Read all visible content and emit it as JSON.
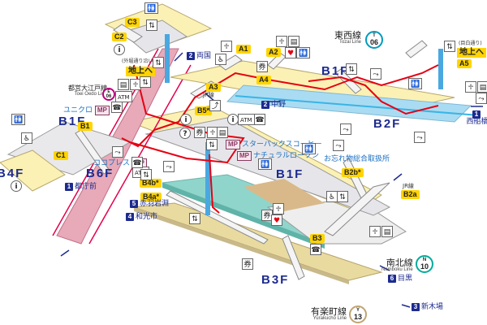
{
  "map": {
    "title_lines": [
      {
        "id": "tozai",
        "jp": "東西線",
        "en": "Tozai Line",
        "letter": "T",
        "number": "06",
        "color": "#009bbf"
      },
      {
        "id": "namboku",
        "jp": "南北線",
        "en": "Namboku Line",
        "letter": "N",
        "number": "10",
        "color": "#00ac9b"
      },
      {
        "id": "yurakucho",
        "jp": "有楽町線",
        "en": "Yurakucho Line",
        "letter": "Y",
        "number": "13",
        "color": "#c1a470"
      },
      {
        "id": "oedo",
        "jp": "都営大江戸線",
        "en": "Toei Oedo Line",
        "letter": "E",
        "number": "06",
        "color": "#b6007a"
      }
    ],
    "floors": {
      "b1f_left": "B1F",
      "b1f_center": "B1F",
      "b1f_right": "B1F",
      "b2f": "B2F",
      "b3f": "B3F",
      "b4f": "B4F",
      "b6f": "B6F"
    },
    "exits": {
      "c3": "C3",
      "c2": "C2",
      "c1": "C1",
      "b1": "B1",
      "a1": "A1",
      "a2": "A2",
      "a3": "A3",
      "a4": "A4",
      "a5": "A5",
      "b5": "B5*",
      "b4a": "B4a*",
      "b4b": "B4b*",
      "b2a": "B2a",
      "b2b": "B2b*",
      "b3": "B3"
    },
    "ground_exits": [
      {
        "id": "left",
        "note": "(外堀通り沿い)",
        "label": "地上へ"
      },
      {
        "id": "right",
        "note": "(目白通り)",
        "label": "地上へ"
      }
    ],
    "shops": {
      "uniqlo": "ユニクロ",
      "cocoples": "ココプレス",
      "starbucks": "スターバックスコーヒー",
      "natural_lawson": "ナチュラルローソン",
      "lost_found": "お忘れ物総合取扱所",
      "mp": "MP"
    },
    "destinations": [
      {
        "id": "tochomae",
        "num": "1",
        "label": "都庁前"
      },
      {
        "id": "ryogoku",
        "num": "2",
        "label": "両国"
      },
      {
        "id": "nakano",
        "num": "2",
        "label": "中野"
      },
      {
        "id": "nishifunabashi",
        "num": "1",
        "label": "西船橋"
      },
      {
        "id": "akabane",
        "num": "5",
        "label": "赤羽岩淵"
      },
      {
        "id": "wakoshi",
        "num": "4",
        "label": "和光市"
      },
      {
        "id": "meguro",
        "num": "6",
        "label": "目黒"
      },
      {
        "id": "shinkiba",
        "num": "3",
        "label": "新木場"
      }
    ],
    "jr_label": "JR線",
    "icons": {
      "info": "i",
      "question": "?",
      "atm": "ATM",
      "phone": "☎",
      "toilet": "🚻",
      "wheelchair": "♿",
      "elevator": "⇅",
      "escalator": "⤴",
      "ticket": "券",
      "aed": "♥",
      "coin_locker": "▤",
      "nursing": "♱",
      "stair_lift": "⤳"
    },
    "colors": {
      "floor_text": "#1d2b8f",
      "exit_bg": "#ffd400",
      "route_red": "#e60012",
      "tozai_track": "#7fd0ec",
      "namboku_track": "#8fd5cc",
      "yurakucho_track": "#e9dba0",
      "oedo_track": "#e8a9b8",
      "concourse_yellow": "#fbf1b5",
      "concourse_gray": "#e6e6ea"
    }
  }
}
